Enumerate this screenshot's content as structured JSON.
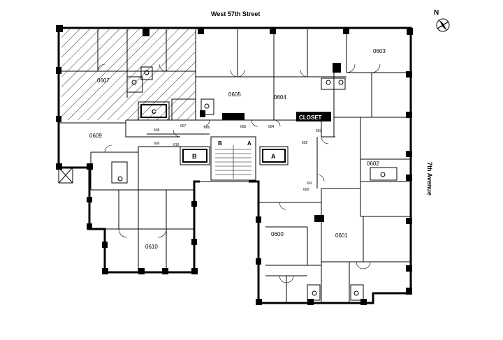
{
  "streets": {
    "north": "West 57th Street",
    "east": "7th Avenue"
  },
  "compass": {
    "label": "N"
  },
  "rooms": [
    {
      "id": "0607",
      "label": "0607",
      "note": "hatched"
    },
    {
      "id": "0605",
      "label": "0605"
    },
    {
      "id": "0604",
      "label": "0604"
    },
    {
      "id": "0603",
      "label": "0603"
    },
    {
      "id": "0602",
      "label": "0602"
    },
    {
      "id": "0609",
      "label": "0609"
    },
    {
      "id": "0610",
      "label": "0610"
    },
    {
      "id": "0600",
      "label": "0600"
    },
    {
      "id": "0601",
      "label": "0601"
    }
  ],
  "closet": {
    "label": "CLOSET"
  },
  "doors": [
    "608",
    "607",
    "606",
    "605",
    "604",
    "603",
    "602",
    "609",
    "610",
    "601",
    "600"
  ],
  "stairs": [
    "B",
    "A"
  ],
  "elevators": [
    "C",
    "B",
    "A"
  ]
}
